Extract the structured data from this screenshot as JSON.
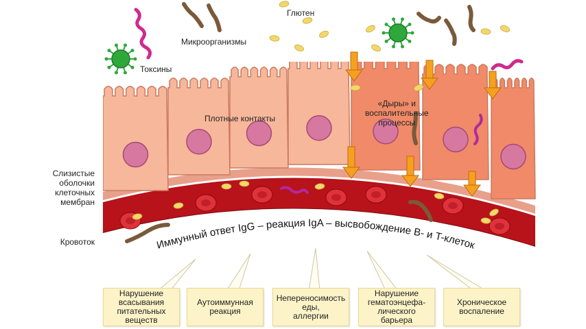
{
  "labels": {
    "gluten": "Глютен",
    "microorganisms": "Микроорганизмы",
    "toxins": "Токсины",
    "tight_junctions": "Плотные контакты",
    "holes": "«Дыры» и\nвоспалительные\nпроцессы",
    "mucosa": "Слизистые\nоболочки\nклеточных\nмембран",
    "bloodstream": "Кровоток"
  },
  "immune_banner": "Иммунный ответ IgG – реакция IgA – высвобождение B- и T-клеток",
  "effects": [
    "Нарушение\nвсасывания\nпитательных\nвеществ",
    "Аутоиммунная\nреакция",
    "Непереносимость\nеды,\nаллергии",
    "Нарушение\nгематоэнцефа-\nлического барьера",
    "Хроническое\nвоспаление"
  ],
  "colors": {
    "cell_fill": "#f7b79a",
    "cell_fill_inflamed": "#f08a68",
    "nucleus": "#d6789f",
    "blood": "#b8121a",
    "rbc": "#e0323a",
    "gluten": "#f2d86a",
    "arrow": "#f5a020",
    "virus": "#2ea83a",
    "bacteria_pink": "#d02a8c",
    "bacteria_brown": "#7a5a3a"
  }
}
